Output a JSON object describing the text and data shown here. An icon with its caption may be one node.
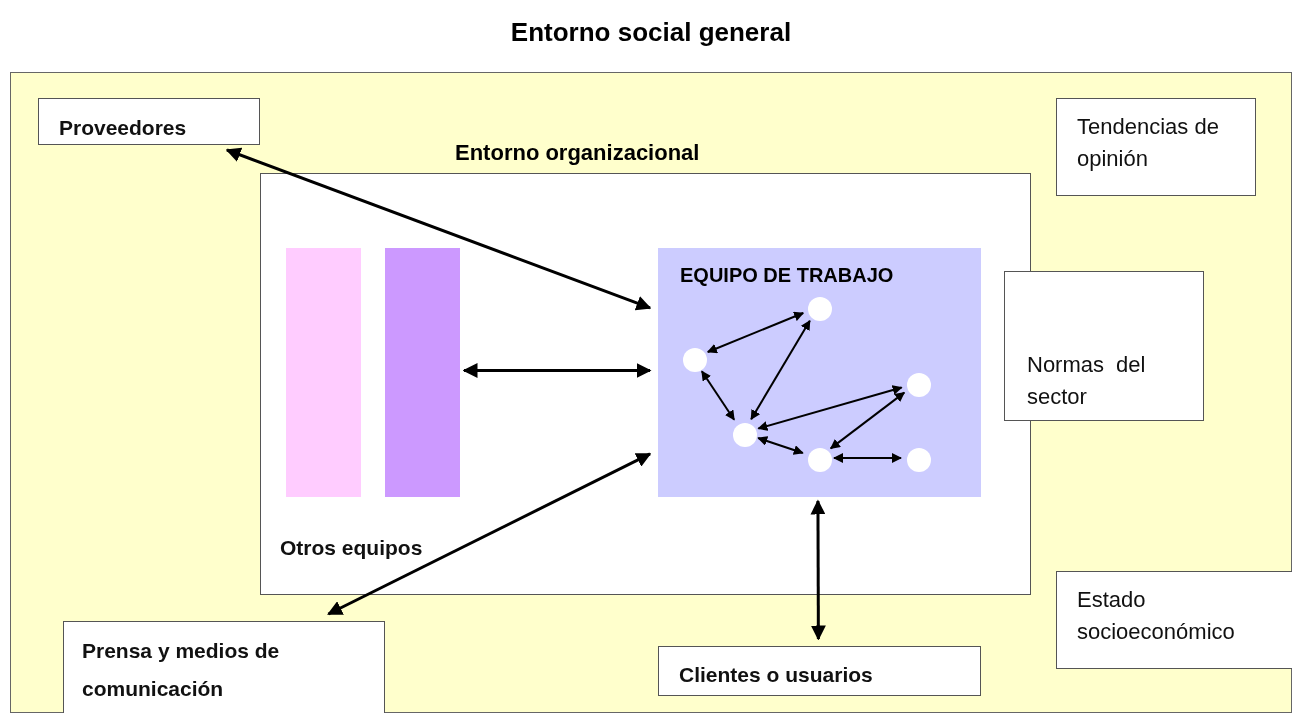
{
  "diagram": {
    "nodes": [
      {
        "text": [
          "Entorno social general"
        ]
      },
      {
        "text": [
          "Proveedores"
        ],
        "in": 0
      },
      {
        "text": [
          "Tendencias de opinión"
        ],
        "in": 0
      },
      {
        "text": [
          "Entorno organizacional"
        ],
        "in": 0
      },
      {
        "text": [],
        "shape": "bar",
        "in": 3
      },
      {
        "text": [],
        "shape": "bar",
        "in": 3
      },
      {
        "text": [
          "EQUIPO DE TRABAJO"
        ],
        "in": 3
      },
      {
        "text": [],
        "shape": "circle",
        "in": 6
      },
      {
        "text": [],
        "shape": "circle",
        "in": 6
      },
      {
        "text": [],
        "shape": "circle",
        "in": 6
      },
      {
        "text": [],
        "shape": "circle",
        "in": 6
      },
      {
        "text": [],
        "shape": "circle",
        "in": 6
      },
      {
        "text": [],
        "shape": "circle",
        "in": 6
      },
      {
        "text": [
          "Normas del sector"
        ],
        "in": 0
      },
      {
        "text": [
          "Estado socioeconómico"
        ],
        "in": 0
      },
      {
        "text": [
          "Prensa y medios de comunicación"
        ],
        "in": 0
      },
      {
        "text": [
          "Clientes o usuarios"
        ],
        "in": 0
      }
    ],
    "edges": [
      {
        "from": 1,
        "to": 6,
        "arrow": "both"
      },
      {
        "from": 5,
        "to": 6,
        "arrow": "both"
      },
      {
        "from": 15,
        "to": 6,
        "arrow": "both"
      },
      {
        "from": 6,
        "to": 16,
        "arrow": "both"
      },
      {
        "from": 8,
        "to": 7,
        "arrow": "both"
      },
      {
        "from": 8,
        "to": 10,
        "arrow": "both"
      },
      {
        "from": 10,
        "to": 7,
        "arrow": "both"
      },
      {
        "from": 10,
        "to": 9,
        "arrow": "both"
      },
      {
        "from": 11,
        "to": 9,
        "arrow": "both"
      },
      {
        "from": 10,
        "to": 11,
        "arrow": "both"
      },
      {
        "from": 11,
        "to": 12,
        "arrow": "both"
      }
    ],
    "labels": [
      "Otros equipos"
    ]
  }
}
